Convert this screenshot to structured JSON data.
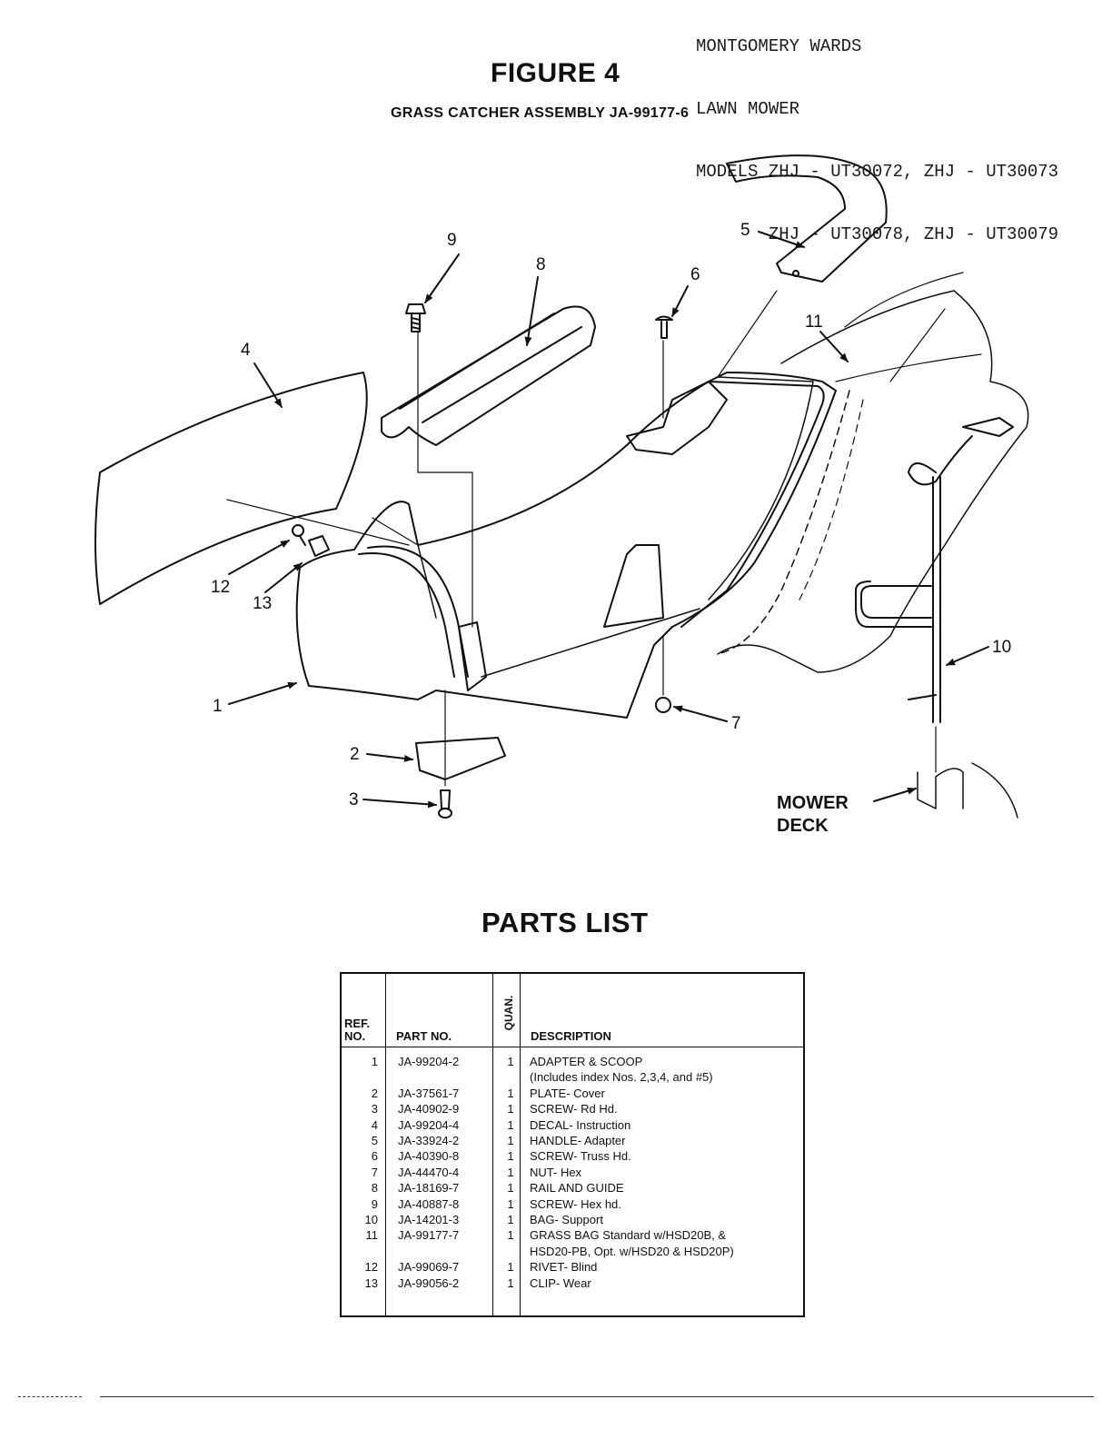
{
  "header": {
    "line1": "MONTGOMERY WARDS",
    "line2": "LAWN MOWER",
    "line3": "MODELS ZHJ - UT30072, ZHJ - UT30073",
    "line4": "       ZHJ - UT30078, ZHJ - UT30079"
  },
  "figure": {
    "title": "FIGURE 4",
    "subtitle": "GRASS CATCHER ASSEMBLY JA-99177-6"
  },
  "callouts": {
    "c1": "1",
    "c2": "2",
    "c3": "3",
    "c4": "4",
    "c5": "5",
    "c6": "6",
    "c7": "7",
    "c8": "8",
    "c9": "9",
    "c10": "10",
    "c11": "11",
    "c12": "12",
    "c13": "13",
    "mower_deck_line1": "MOWER",
    "mower_deck_line2": "DECK"
  },
  "parts_list": {
    "title": "PARTS LIST",
    "headers": {
      "ref_line1": "REF.",
      "ref_line2": "NO.",
      "part": "PART NO.",
      "quan": "QUAN.",
      "desc": "DESCRIPTION"
    },
    "rows": [
      {
        "ref": "1",
        "part": "JA-99204-2",
        "qty": "1",
        "desc": "ADAPTER & SCOOP",
        "desc2": "(Includes index Nos. 2,3,4, and #5)"
      },
      {
        "ref": "2",
        "part": "JA-37561-7",
        "qty": "1",
        "desc": "PLATE- Cover"
      },
      {
        "ref": "3",
        "part": "JA-40902-9",
        "qty": "1",
        "desc": "SCREW- Rd Hd."
      },
      {
        "ref": "4",
        "part": "JA-99204-4",
        "qty": "1",
        "desc": "DECAL- Instruction"
      },
      {
        "ref": "5",
        "part": "JA-33924-2",
        "qty": "1",
        "desc": "HANDLE- Adapter"
      },
      {
        "ref": "6",
        "part": "JA-40390-8",
        "qty": "1",
        "desc": "SCREW- Truss Hd."
      },
      {
        "ref": "7",
        "part": "JA-44470-4",
        "qty": "1",
        "desc": "NUT- Hex"
      },
      {
        "ref": "8",
        "part": "JA-18169-7",
        "qty": "1",
        "desc": "RAIL AND GUIDE"
      },
      {
        "ref": "9",
        "part": "JA-40887-8",
        "qty": "1",
        "desc": "SCREW- Hex hd."
      },
      {
        "ref": "10",
        "part": "JA-14201-3",
        "qty": "1",
        "desc": "BAG- Support"
      },
      {
        "ref": "11",
        "part": "JA-99177-7",
        "qty": "1",
        "desc": "GRASS BAG Standard w/HSD20B, &",
        "desc2": "HSD20-PB, Opt. w/HSD20 & HSD20P)"
      },
      {
        "ref": "12",
        "part": "JA-99069-7",
        "qty": "1",
        "desc": "RIVET- Blind"
      },
      {
        "ref": "13",
        "part": "JA-99056-2",
        "qty": "1",
        "desc": "CLIP- Wear"
      }
    ]
  }
}
